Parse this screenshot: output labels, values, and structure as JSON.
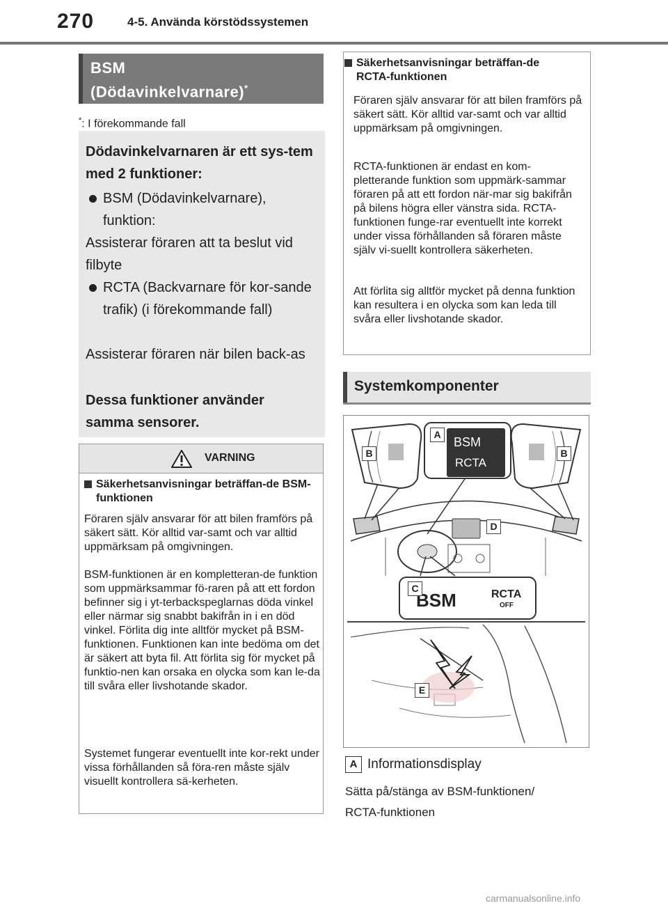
{
  "header": {
    "page_number": "270",
    "chapter": "4-5. Använda körstödssystemen"
  },
  "section_bsm": {
    "title_line1": "BSM",
    "title_line2": "(Dödavinkelvarnare)",
    "title_mark": "*"
  },
  "footnote": {
    "mark": "*",
    "text": ": I förekommande fall"
  },
  "info_box": {
    "intro": "Dödavinkelvarnaren är ett sys-tem med 2 funktioner:",
    "bullet1": "BSM (Dödavinkelvarnare), funktion:",
    "desc1": "Assisterar föraren att ta beslut vid filbyte",
    "bullet2": "RCTA (Backvarnare för kor-sande trafik) (i förekommande fall)",
    "desc2": "Assisterar föraren när bilen back-as",
    "closing": "Dessa funktioner använder samma sensorer."
  },
  "warning": {
    "label": "VARNING",
    "heading": "Säkerhetsanvisningar beträffan-de BSM-funktionen",
    "p1": "Föraren själv ansvarar för att bilen framförs på säkert sätt. Kör alltid var-samt och var alltid uppmärksam på omgivningen.",
    "p2": "BSM-funktionen är en kompletteran-de funktion som uppmärksammar fö-raren på att ett fordon befinner sig i yt-terbackspeglarnas döda vinkel eller närmar sig snabbt bakifrån in i en död vinkel. Förlita dig inte alltför mycket på BSM-funktionen. Funktionen kan inte bedöma om det är säkert att byta fil. Att förlita sig för mycket på funktio-nen kan orsaka en olycka som kan le-da till svåra eller livshotande skador.",
    "p3": "Systemet fungerar eventuellt inte kor-rekt under vissa förhållanden så föra-ren måste själv visuellt kontrollera sä-kerheten."
  },
  "rcta_box": {
    "heading": "Säkerhetsanvisningar beträffan-de RCTA-funktionen",
    "p1": "Föraren själv ansvarar för att bilen framförs på säkert sätt. Kör alltid var-samt och var alltid uppmärksam på omgivningen.",
    "p2": "RCTA-funktionen är endast en kom-pletterande funktion som uppmärk-sammar föraren på att ett fordon när-mar sig bakifrån på bilens högra eller vänstra sida. RCTA-funktionen funge-rar eventuellt inte korrekt under vissa förhållanden så föraren måste själv vi-suellt kontrollera säkerheten.",
    "p3": "Att förlita sig alltför mycket på denna funktion kan resultera i en olycka som kan leda till svåra eller livshotande skador."
  },
  "section_system": {
    "title": "Systemkomponenter"
  },
  "diagram": {
    "labels": {
      "a": "A",
      "b": "B",
      "c": "C",
      "d": "D",
      "e": "E"
    },
    "display_bsm": "BSM",
    "display_rcta": "RCTA",
    "switch_bsm": "BSM",
    "switch_rcta": "RCTA",
    "switch_off": "OFF"
  },
  "legend": {
    "key": "A",
    "text": "Informationsdisplay"
  },
  "description": {
    "line1": "Sätta på/stänga av BSM-funktionen/",
    "line2": "RCTA-funktionen"
  },
  "watermark": "carmanualsonline.info"
}
